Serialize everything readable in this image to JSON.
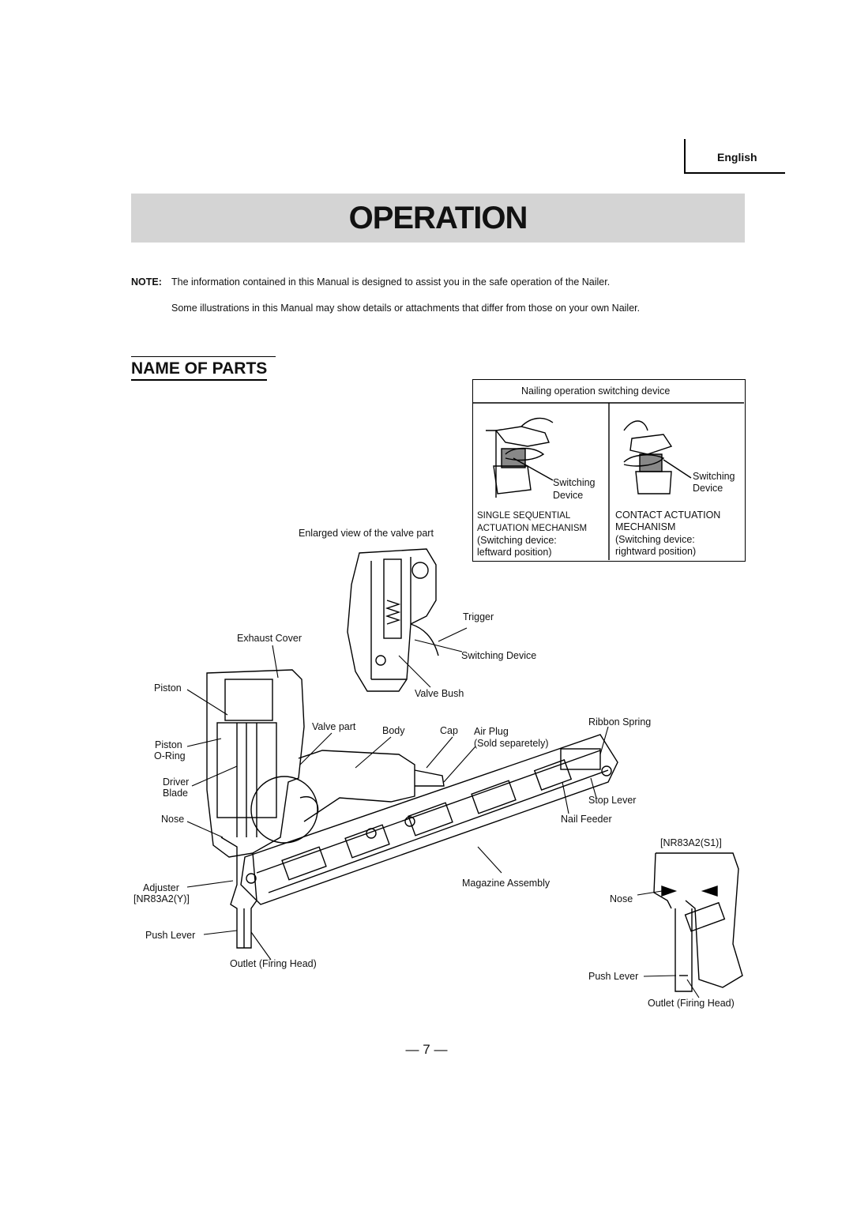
{
  "header": {
    "language": "English"
  },
  "banner": {
    "title": "OPERATION"
  },
  "note": {
    "label": "NOTE:",
    "line1": "The information contained in this Manual is designed to assist you in the safe operation of the Nailer.",
    "line2": "Some illustrations in this Manual may show details or attachments that differ from those on your own Nailer."
  },
  "section": {
    "title": "NAME OF PARTS"
  },
  "switching_box": {
    "title": "Nailing operation switching device",
    "left": {
      "device_label_1": "Switching",
      "device_label_2": "Device",
      "mode_1": "SINGLE SEQUENTIAL",
      "mode_2": "ACTUATION MECHANISM",
      "position_1": "(Switching device:",
      "position_2": "leftward position)"
    },
    "right": {
      "device_label_1": "Switching",
      "device_label_2": "Device",
      "mode_1": "CONTACT ACTUATION",
      "mode_2": "MECHANISM",
      "position_1": "(Switching device:",
      "position_2": "rightward position)"
    }
  },
  "labels": {
    "enlarged_view": "Enlarged view of the valve part",
    "trigger": "Trigger",
    "exhaust_cover": "Exhaust Cover",
    "switching_device": "Switching Device",
    "piston": "Piston",
    "valve_bush": "Valve Bush",
    "ribbon_spring": "Ribbon Spring",
    "valve_part": "Valve part",
    "body": "Body",
    "cap": "Cap",
    "air_plug": "Air Plug",
    "sold_separately": "(Sold separetely)",
    "piston_oring_1": "Piston",
    "piston_oring_2": "O-Ring",
    "driver_blade_1": "Driver",
    "driver_blade_2": "Blade",
    "stop_lever": "Stop Lever",
    "nose": "Nose",
    "nail_feeder": "Nail Feeder",
    "model_s1": "[NR83A2(S1)]",
    "adjuster": "Adjuster",
    "model_y": "[NR83A2(Y)]",
    "magazine_assembly": "Magazine Assembly",
    "nose_s1": "Nose",
    "push_lever": "Push Lever",
    "outlet": "Outlet (Firing Head)",
    "push_lever_s1": "Push Lever",
    "outlet_s1": "Outlet (Firing Head)"
  },
  "footer": {
    "page": "— 7 —"
  }
}
